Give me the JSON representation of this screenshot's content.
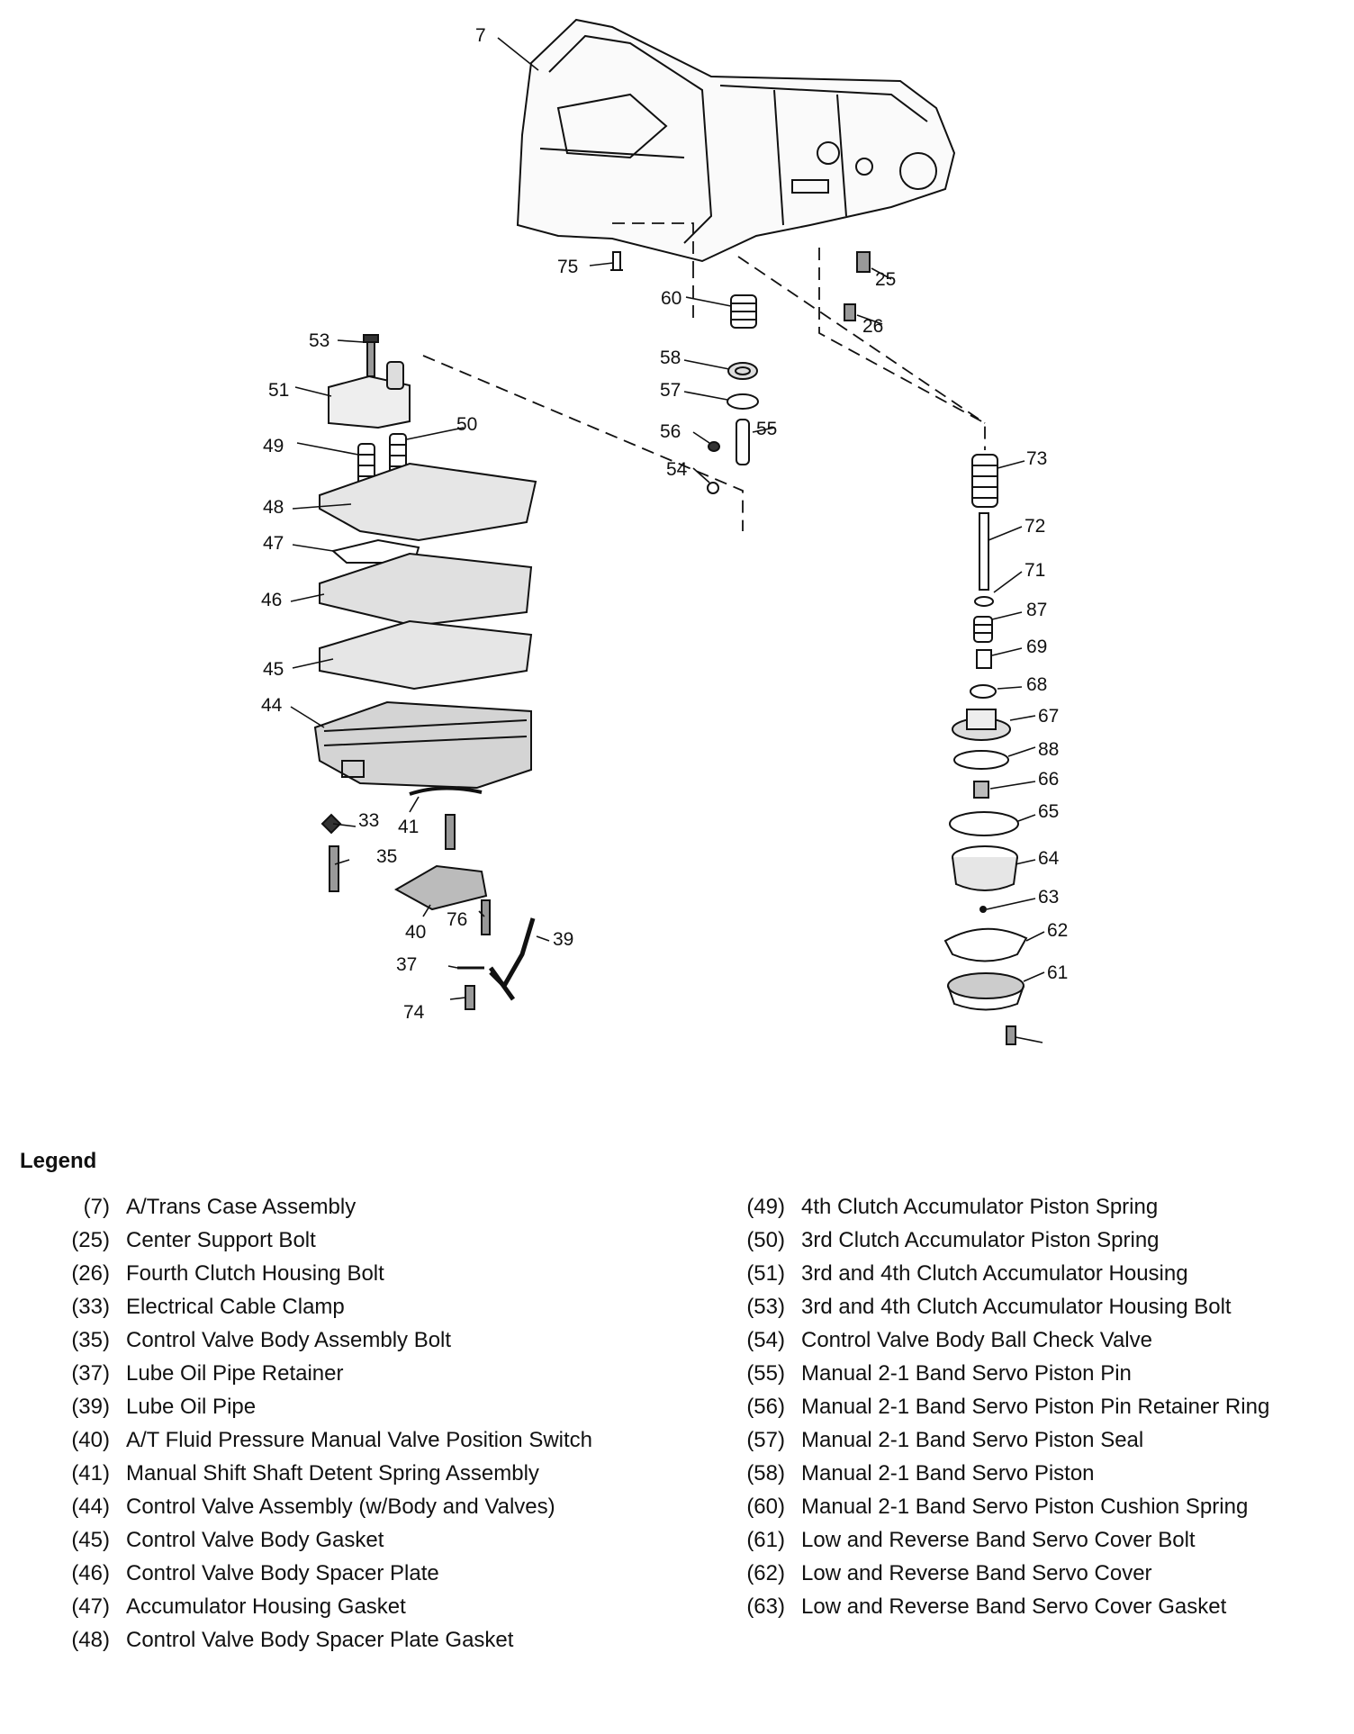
{
  "callouts": [
    "7",
    "75",
    "60",
    "25",
    "26",
    "58",
    "57",
    "56",
    "55",
    "54",
    "53",
    "51",
    "50",
    "49",
    "48",
    "47",
    "46",
    "45",
    "44",
    "33",
    "41",
    "35",
    "40",
    "76",
    "39",
    "37",
    "74",
    "73",
    "72",
    "71",
    "87",
    "69",
    "68",
    "67",
    "88",
    "66",
    "65",
    "64",
    "63",
    "62",
    "61"
  ],
  "legend": {
    "title": "Legend",
    "left": [
      {
        "num": "(7)",
        "text": "A/Trans Case Assembly"
      },
      {
        "num": "(25)",
        "text": "Center Support Bolt"
      },
      {
        "num": "(26)",
        "text": "Fourth Clutch Housing Bolt"
      },
      {
        "num": "(33)",
        "text": "Electrical Cable Clamp"
      },
      {
        "num": "(35)",
        "text": "Control Valve Body Assembly Bolt"
      },
      {
        "num": "(37)",
        "text": "Lube Oil Pipe Retainer"
      },
      {
        "num": "(39)",
        "text": "Lube Oil Pipe"
      },
      {
        "num": "(40)",
        "text": "A/T Fluid Pressure Manual Valve Position Switch"
      },
      {
        "num": "(41)",
        "text": "Manual Shift Shaft Detent Spring Assembly"
      },
      {
        "num": "(44)",
        "text": "Control Valve Assembly (w/Body and Valves)"
      },
      {
        "num": "(45)",
        "text": "Control Valve Body Gasket"
      },
      {
        "num": "(46)",
        "text": "Control Valve Body Spacer Plate"
      },
      {
        "num": "(47)",
        "text": "Accumulator Housing Gasket"
      },
      {
        "num": "(48)",
        "text": "Control Valve Body Spacer Plate Gasket"
      }
    ],
    "right": [
      {
        "num": "(49)",
        "text": "4th Clutch Accumulator Piston Spring"
      },
      {
        "num": "(50)",
        "text": "3rd Clutch Accumulator Piston Spring"
      },
      {
        "num": "(51)",
        "text": "3rd and 4th Clutch Accumulator Housing"
      },
      {
        "num": "(53)",
        "text": "3rd and 4th Clutch Accumulator Housing Bolt"
      },
      {
        "num": "(54)",
        "text": "Control Valve Body Ball Check Valve"
      },
      {
        "num": "(55)",
        "text": "Manual 2-1 Band Servo Piston Pin"
      },
      {
        "num": "(56)",
        "text": "Manual 2-1 Band Servo Piston Pin Retainer Ring"
      },
      {
        "num": "(57)",
        "text": "Manual 2-1 Band Servo Piston Seal"
      },
      {
        "num": "(58)",
        "text": "Manual 2-1 Band Servo Piston"
      },
      {
        "num": "(60)",
        "text": "Manual 2-1 Band Servo Piston Cushion Spring"
      },
      {
        "num": "(61)",
        "text": "Low and Reverse Band Servo Cover Bolt"
      },
      {
        "num": "(62)",
        "text": "Low and Reverse Band Servo Cover"
      },
      {
        "num": "(63)",
        "text": "Low and Reverse Band Servo Cover Gasket"
      }
    ]
  }
}
